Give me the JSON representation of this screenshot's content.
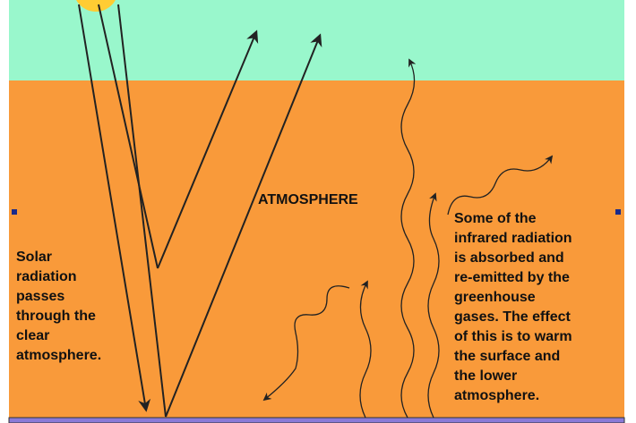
{
  "colors": {
    "space": "#99f7cc",
    "atmosphere": "#f99a3a",
    "ground": "#8a7ad8",
    "sun": "#ffcc33",
    "line": "#222222"
  },
  "labels": {
    "atmosphere": "ATMOSPHERE",
    "left_text": [
      "Solar",
      "radiation",
      "passes",
      "through the",
      "clear",
      "atmosphere."
    ],
    "right_text": [
      "Some of the",
      "infrared radiation",
      "is absorbed and",
      "re-emitted by the",
      "greenhouse",
      "gases. The effect",
      "of this is to warm",
      "the surface and",
      "the lower",
      "atmosphere."
    ]
  }
}
